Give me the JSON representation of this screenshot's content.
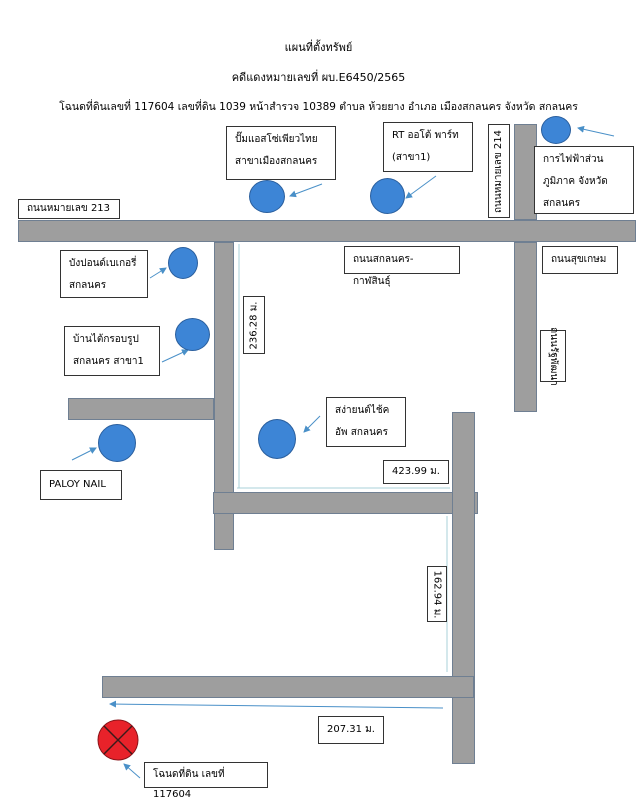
{
  "header": {
    "title": "แผนที่ตั้งทรัพย์",
    "case_no": "คดีแดงหมายเลขที่ ผบ.E6450/2565",
    "deed_info": "โฉนดที่ดินเลขที่ 117604 เลขที่ดิน 1039 หน้าสำรวจ 10389 ตำบล ห้วยยาง อำเภอ เมืองสกลนคร จังหวัด สกลนคร"
  },
  "roads": {
    "road_213": "ถนนหมายเลข 213",
    "road_214": "ถนนหมายเลข 214",
    "sakon_kalasin": "ถนนสกลนคร-กาฬสินธุ์",
    "sukkasem": "ถนนสุขเกษม",
    "ratpattana": "ถนนรัฐพัฒนา"
  },
  "places": {
    "ptt": "ปั๊มแอสโซ่เพียวไทย สาขาเมืองสกลนคร",
    "rt": "RT ออโต้ พาร์ท (สาขา1)",
    "pea": "การไฟฟ้าส่วนภูมิภาค จังหวัดสกลนคร",
    "bakery": "บังปอนด์เบเกอรี่ สกลนคร",
    "furniture": "บ้านไต้กรอบรูป สกลนคร สาขา1",
    "chevrolet": "สง่ายนต์ไช้ค อัพ สกลนคร",
    "paloy": "PALOY NAIL",
    "property": "โฉนดที่ดิน เลขที่ 117604"
  },
  "distances": {
    "d1": "236.28 ม.",
    "d2": "423.99 ม.",
    "d3": "162.94 ม.",
    "d4": "207.31 ม."
  },
  "colors": {
    "road": "#9e9e9e",
    "pin": "#3d85d6",
    "property_marker": "#e8222a",
    "arrow": "#4a90c8"
  }
}
